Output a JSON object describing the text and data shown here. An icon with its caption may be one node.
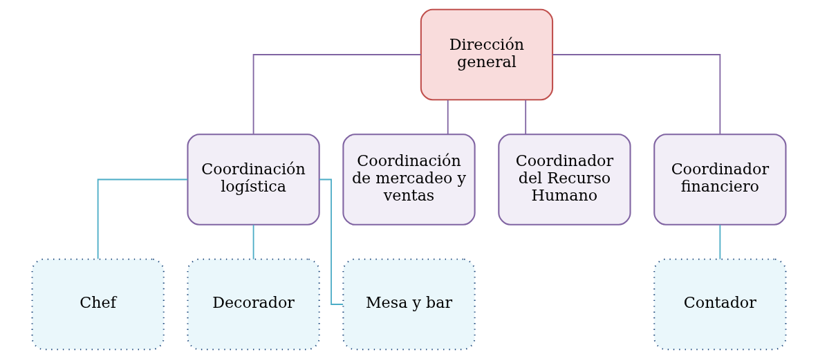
{
  "diagram": {
    "nodes": [
      {
        "text": [
          "Dirección general"
        ]
      },
      {
        "text": [
          "Coordinación logística"
        ]
      },
      {
        "text": [
          "Coordinación de mercadeo y ventas"
        ]
      },
      {
        "text": [
          "Coordinador del Recurso Humano"
        ]
      },
      {
        "text": [
          "Coordinador financiero"
        ]
      },
      {
        "text": [
          "Chef"
        ]
      },
      {
        "text": [
          "Decorador"
        ]
      },
      {
        "text": [
          "Mesa y bar"
        ]
      },
      {
        "text": [
          "Contador"
        ]
      }
    ],
    "edges": [
      {
        "from": 0,
        "to": 1,
        "arrow": "none"
      },
      {
        "from": 0,
        "to": 2,
        "arrow": "none"
      },
      {
        "from": 0,
        "to": 3,
        "arrow": "none"
      },
      {
        "from": 0,
        "to": 4,
        "arrow": "none"
      },
      {
        "from": 1,
        "to": 5,
        "arrow": "none",
        "color": "#4bacc6"
      },
      {
        "from": 1,
        "to": 6,
        "arrow": "none",
        "color": "#4bacc6"
      },
      {
        "from": 1,
        "to": 7,
        "arrow": "none",
        "color": "#4bacc6"
      },
      {
        "from": 4,
        "to": 8,
        "arrow": "none",
        "color": "#4bacc6"
      }
    ]
  }
}
